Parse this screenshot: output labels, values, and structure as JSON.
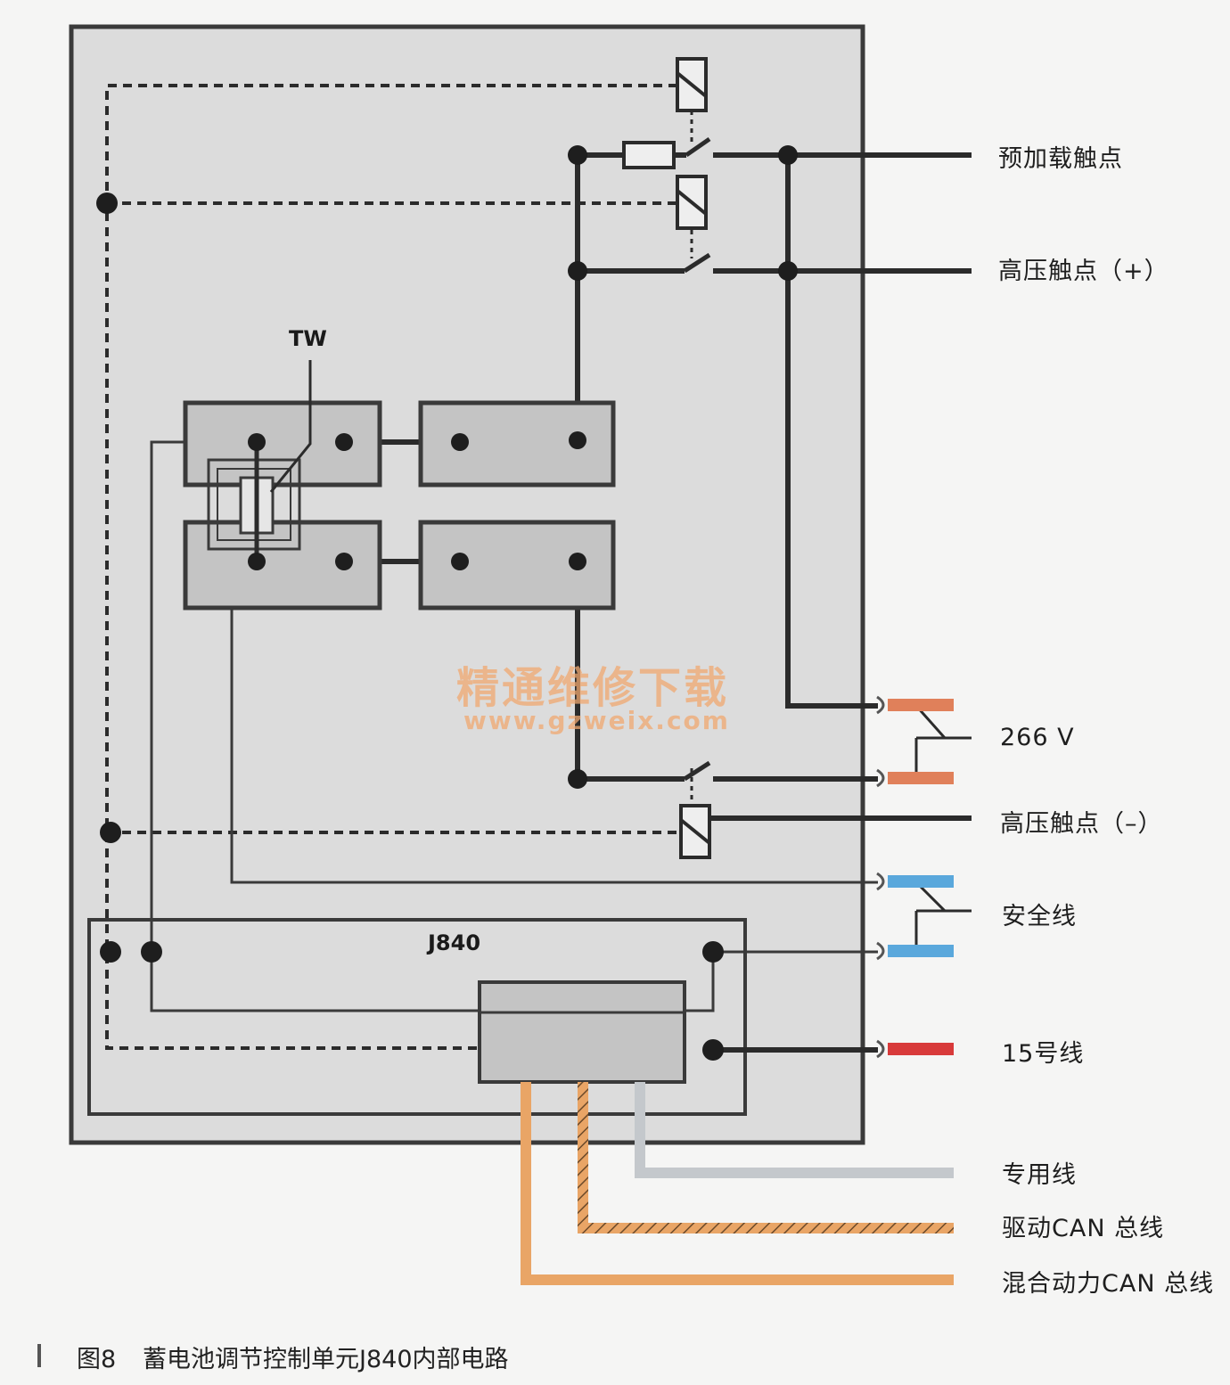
{
  "labels": {
    "precharge": "预加载触点",
    "hv_plus": "高压触点（+）",
    "v266": "266 V",
    "hv_minus": "高压触点（–）",
    "safety": "安全线",
    "line15": "15号线",
    "dedicated": "专用线",
    "drive_can": "驱动CAN  总线",
    "hybrid_can": "混合动力CAN  总线"
  },
  "component_labels": {
    "tw": "TW",
    "j840": "J840"
  },
  "watermark": {
    "cn": "精通维修下载",
    "url": "www.gzweix.com"
  },
  "caption": {
    "figure": "图8",
    "title": "蓄电池调节控制单元J840内部电路"
  },
  "colors": {
    "panel": "#dcdcdc",
    "wire": "#2b2b2b",
    "hv_wire": "#e0805a",
    "safety_wire": "#5aa8dc",
    "line15_wire": "#d83a3a",
    "can_wire": "#e9a566",
    "dedicated_wire": "#c4c8cc"
  }
}
